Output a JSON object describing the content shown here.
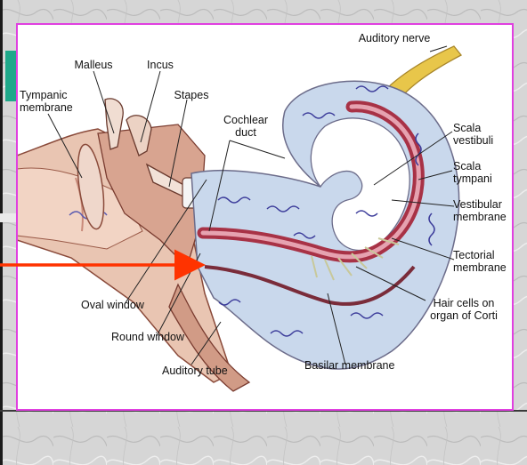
{
  "diagram": {
    "labels": {
      "auditory_nerve": "Auditory nerve",
      "malleus": "Malleus",
      "incus": "Incus",
      "tympanic_membrane": "Tympanic membrane",
      "stapes": "Stapes",
      "cochlear_duct": "Cochlear duct",
      "scala_vestibuli": "Scala vestibuli",
      "scala_tympani": "Scala tympani",
      "vestibular_membrane": "Vestibular membrane",
      "tectorial_membrane": "Tectorial membrane",
      "hair_cells": "Hair cells on organ of Corti",
      "oval_window": "Oval window",
      "round_window": "Round window",
      "auditory_tube": "Auditory tube",
      "basilar_membrane": "Basilar membrane"
    },
    "colors": {
      "frame": "#e040e0",
      "pointer_arrow": "#ff3300",
      "tab": "#1fa88a",
      "cochlea_fluid": "#c9d8ec",
      "duct": "#a83246",
      "bone": "#e6c7b5",
      "nerve": "#e8c64a"
    }
  }
}
